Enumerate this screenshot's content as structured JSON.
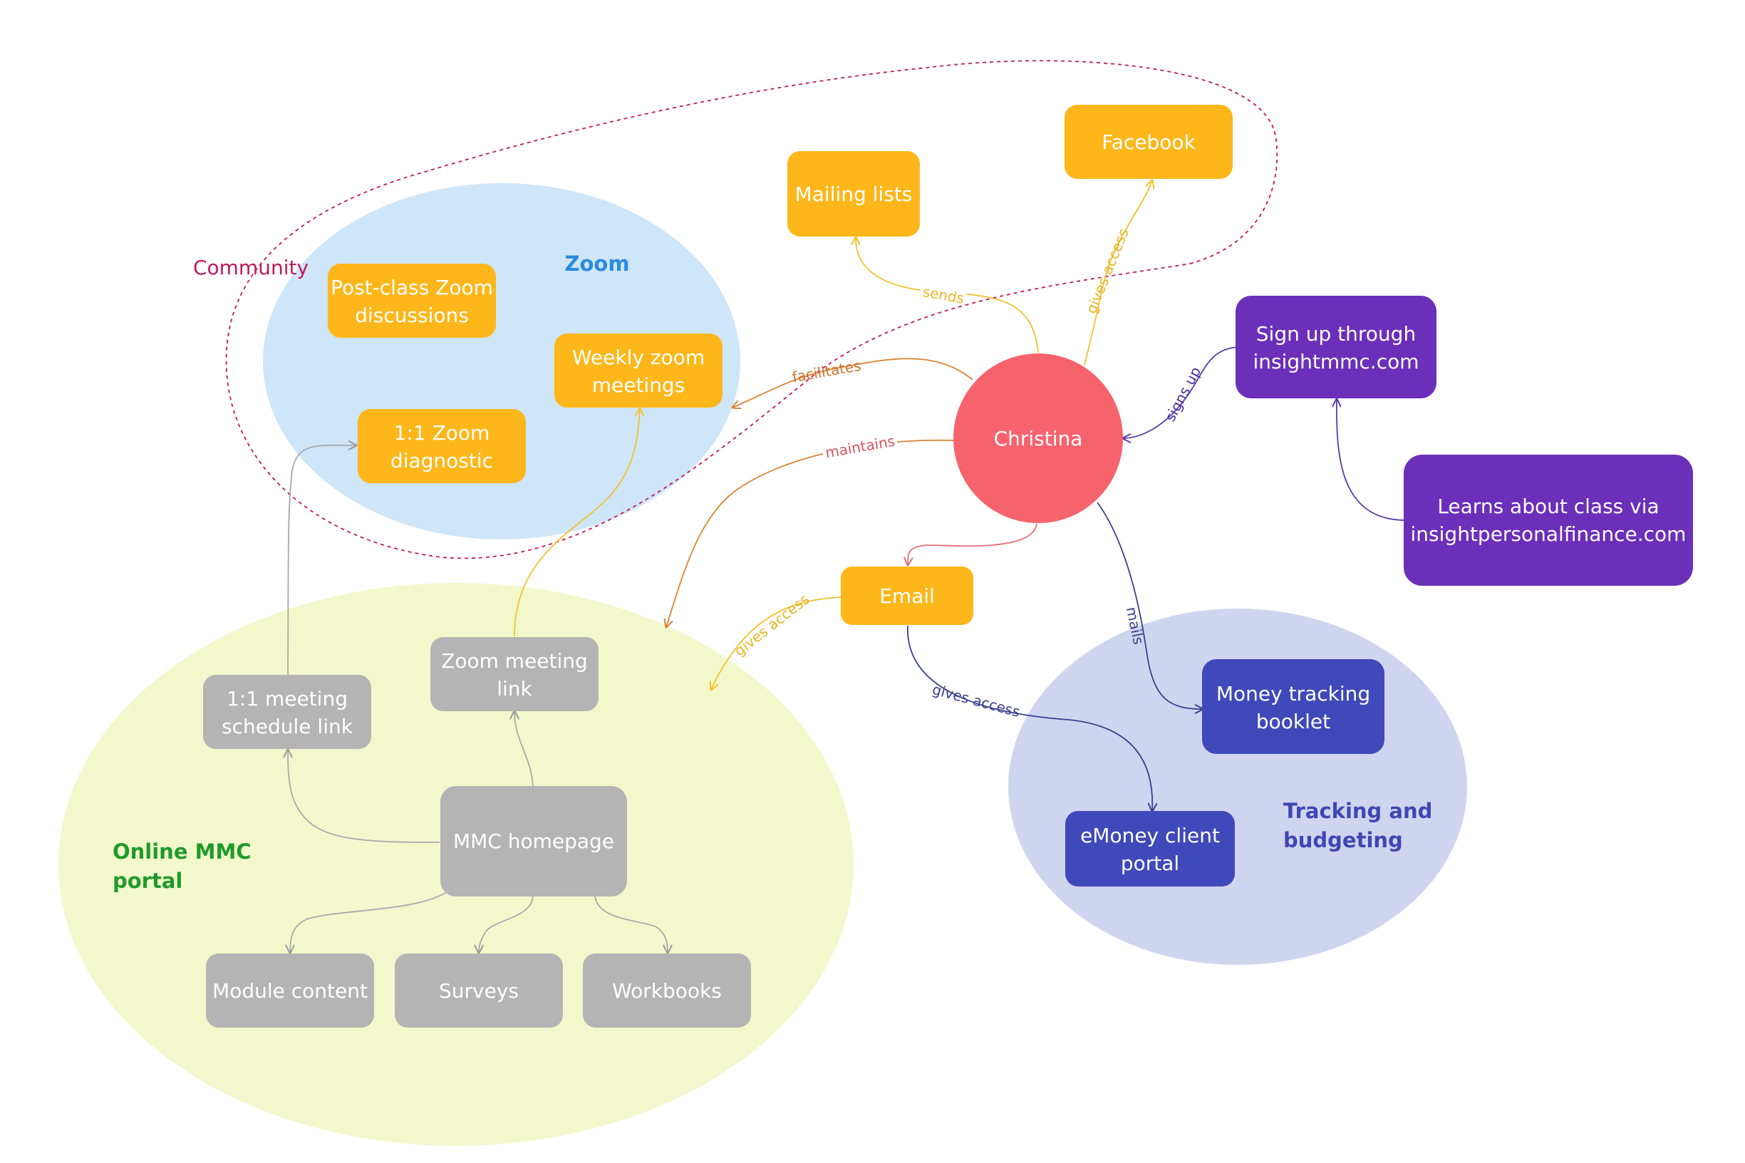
{
  "colors": {
    "zoom_region": "#cfe5f8",
    "portal_region": "#f2f8cc",
    "tracking_region": "#d0d5ef",
    "orange_node": "#fdb71a",
    "gray_node": "#b4b4b4",
    "purple_node": "#6b2fba",
    "indigo_node": "#4049b9",
    "christina": "#f7636c",
    "community": "#c2185b"
  },
  "groups": {
    "zoom": "Zoom",
    "community": "Community",
    "portal": [
      "Online MMC",
      "portal"
    ],
    "tracking": [
      "Tracking and",
      "budgeting"
    ]
  },
  "nodes": {
    "christina": "Christina",
    "mailing_lists": "Mailing lists",
    "facebook": "Facebook",
    "post_class": [
      "Post-class Zoom",
      "discussions"
    ],
    "weekly_zoom": [
      "Weekly zoom",
      "meetings"
    ],
    "diagnostic": [
      "1:1 Zoom",
      "diagnostic"
    ],
    "signup": [
      "Sign up through",
      "insightmmc.com"
    ],
    "learns": [
      "Learns about class via",
      "insightpersonalfinance.com"
    ],
    "email": "Email",
    "zoom_link": [
      "Zoom meeting",
      "link"
    ],
    "schedule_link": [
      "1:1 meeting",
      "schedule link"
    ],
    "mmc_homepage": "MMC homepage",
    "module_content": "Module content",
    "surveys": "Surveys",
    "workbooks": "Workbooks",
    "money_booklet": [
      "Money tracking",
      "booklet"
    ],
    "emoney_portal": [
      "eMoney client",
      "portal"
    ]
  },
  "edges": {
    "sends": "sends",
    "gives_access_facebook": "gives access",
    "signs_up": "signs up",
    "facilitates": "facilitates",
    "maintains": "maintains",
    "gives_access_email_portal": "gives access",
    "gives_access_email_emoney": "gives access",
    "mails": "mails"
  }
}
